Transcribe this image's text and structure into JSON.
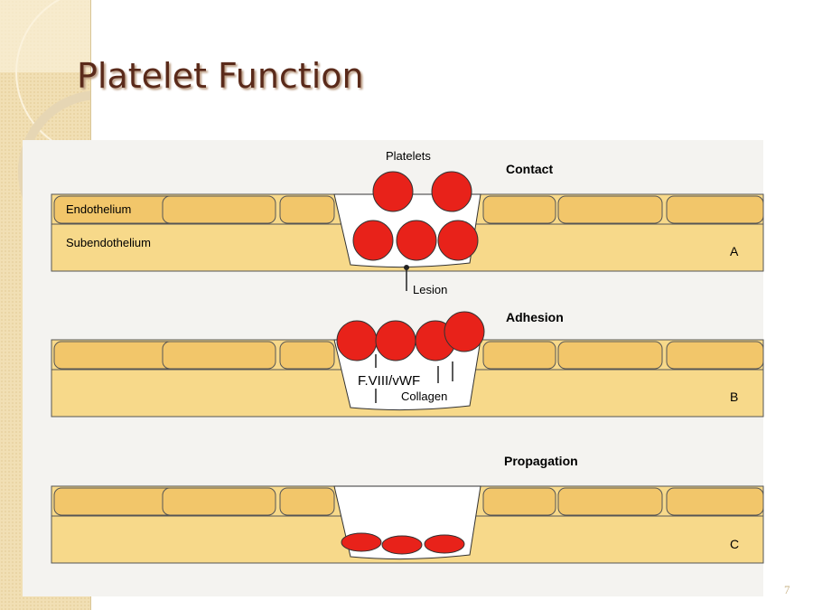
{
  "slide": {
    "title": "Platelet Function",
    "page_number": "7"
  },
  "diagram": {
    "panel_a": {
      "heading": "Contact",
      "letter": "A",
      "platelets_label": "Platelets",
      "endothelium_label": "Endothelium",
      "subendothelium_label": "Subendothelium",
      "lesion_label": "Lesion"
    },
    "panel_b": {
      "heading": "Adhesion",
      "letter": "B",
      "factor_label": "F.VIII/vWF",
      "collagen_label": "Collagen"
    },
    "panel_c": {
      "heading": "Propagation",
      "letter": "C"
    },
    "colors": {
      "platelet": "#e8221a",
      "tissue": "#f7d98a",
      "cell": "#f2c66a",
      "lesion": "#ffffff"
    }
  }
}
